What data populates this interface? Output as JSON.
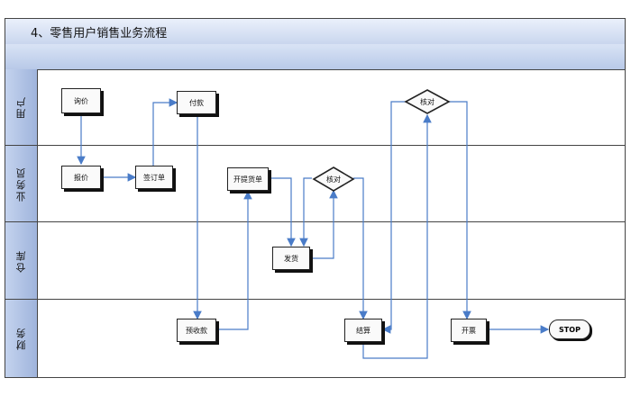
{
  "diagram": {
    "title": "4、零售用户销售业务流程",
    "lanes": [
      "用户",
      "业务员",
      "仓库",
      "财务"
    ],
    "nodes": {
      "inquiry": "询价",
      "quote": "报价",
      "sign_order": "签订单",
      "pay": "付款",
      "issue_delivery": "开提货单",
      "check_sales": "核对",
      "ship": "发货",
      "receive_payment": "预收款",
      "settle": "结算",
      "check_user": "核对",
      "invoice": "开票",
      "stop": "STOP"
    },
    "colors": {
      "edge": "#4a7cc8",
      "lane_header": "#b0c4e6",
      "title_bar": "#d3def2"
    }
  }
}
